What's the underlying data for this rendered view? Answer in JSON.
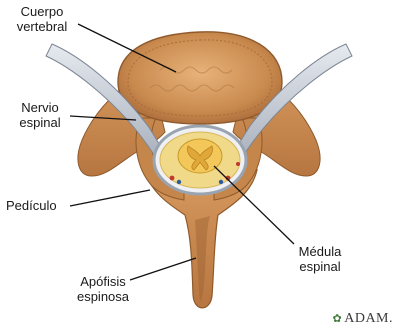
{
  "labels": {
    "vertebral_body": [
      "Cuerpo",
      "vertebral"
    ],
    "spinal_nerve": [
      "Nervio",
      "espinal"
    ],
    "pedicle": [
      "Pedículo"
    ],
    "spinal_cord": [
      "Médula",
      "espinal"
    ],
    "spinous_process": [
      "Apófisis",
      "espinosa"
    ]
  },
  "credit": "ADAM.",
  "colors": {
    "bone": "#c98a4e",
    "bone_dark": "#8f5a2c",
    "bone_light": "#e2ad76",
    "nerve": "#c9cfd8",
    "canal": "#f2ecd8",
    "cord": "#e9b73a",
    "line": "#111111"
  }
}
